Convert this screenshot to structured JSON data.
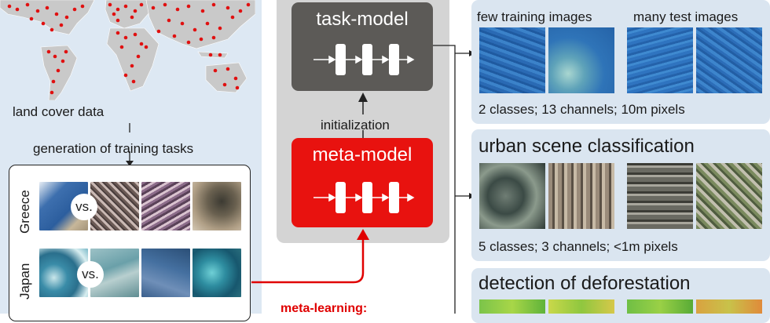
{
  "left": {
    "land_cover_label": "land cover data",
    "generation_label": "generation of training tasks",
    "countries": [
      {
        "name": "Greece",
        "vs": "vs."
      },
      {
        "name": "Japan",
        "vs": "vs."
      }
    ]
  },
  "center": {
    "task_model_label": "task-model",
    "initialization_label": "initialization",
    "meta_model_label": "meta-model",
    "meta_learning_label": "meta-learning:"
  },
  "right": {
    "panel1": {
      "subheader_train": "few training images",
      "subheader_test": "many test images",
      "caption": "2 classes; 13 channels; 10m pixels"
    },
    "panel2": {
      "title": "urban scene classification",
      "caption": "5 classes; 3 channels; <1m pixels"
    },
    "panel3": {
      "title": "detection of deforestation"
    }
  },
  "colors": {
    "task_model": "#5c5a57",
    "meta_model": "#e8120f",
    "arrow_red": "#e00000",
    "map_dots": "#e01010",
    "panel_bg": "#dae5f0"
  }
}
